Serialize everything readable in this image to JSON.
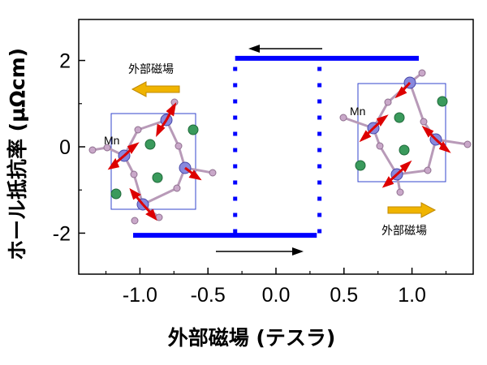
{
  "chart_data": {
    "type": "line",
    "xlabel": "外部磁場 (テスラ)",
    "ylabel": "ホール抵抗率 (μΩcm)",
    "xlim": [
      -1.45,
      1.45
    ],
    "ylim": [
      -2.95,
      2.95
    ],
    "x_ticks": [
      -1.0,
      -0.5,
      0.0,
      0.5,
      1.0
    ],
    "x_tick_labels": [
      "-1.0",
      "-0.5",
      "0.0",
      "0.5",
      "1.0"
    ],
    "y_ticks": [
      -2,
      0,
      2
    ],
    "y_tick_labels": [
      "-2",
      "0",
      "2"
    ],
    "grid": false,
    "series": [
      {
        "style": "solid",
        "x": [
          -0.3,
          1.05
        ],
        "y": [
          2.05,
          2.05
        ]
      },
      {
        "style": "solid",
        "x": [
          -1.05,
          0.3
        ],
        "y": [
          -2.05,
          -2.05
        ]
      },
      {
        "style": "dotted",
        "x": [
          -0.3,
          -0.3
        ],
        "y": [
          -2.0,
          2.0
        ]
      },
      {
        "style": "dotted",
        "x": [
          0.32,
          0.32
        ],
        "y": [
          -2.0,
          2.0
        ]
      }
    ],
    "annotations": {
      "arrow_top": "sweep direction: decreasing field",
      "arrow_bottom": "sweep direction: increasing field",
      "left_field_label": "外部磁場",
      "right_field_label": "外部磁場",
      "left_mn_label": "Mn",
      "right_mn_label": "Mn"
    },
    "colors": {
      "data": "#0000ff",
      "field_arrow": "#f0b400",
      "mn_atom": "#8888dd",
      "green_atom": "#3a9a5c",
      "pink_atom": "#c9a8c9",
      "spin_arrow": "#dd0000",
      "inset_frame": "#3344cc"
    }
  }
}
